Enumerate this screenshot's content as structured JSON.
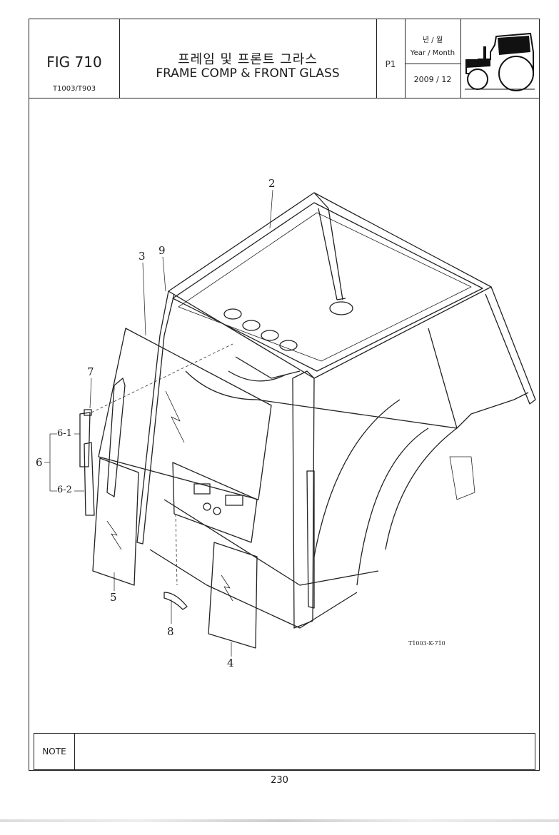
{
  "header": {
    "fig_title": "FIG 710",
    "models": "T1003/T903",
    "title_ko": "프레임 및 프론트 그라스",
    "title_en": "FRAME COMP & FRONT GLASS",
    "part_index": "P1",
    "year_month_ko": "년 / 월",
    "year_month_en": "Year / Month",
    "year_month_value": "2009 / 12"
  },
  "callouts": {
    "c2": "2",
    "c3": "3",
    "c9": "9",
    "c7": "7",
    "c6": "6",
    "c6_1": "6-1",
    "c6_2": "6-2",
    "c5": "5",
    "c8": "8",
    "c4": "4"
  },
  "drawing_code": "T1003-K-710",
  "note_label": "NOTE",
  "page_number": "230"
}
